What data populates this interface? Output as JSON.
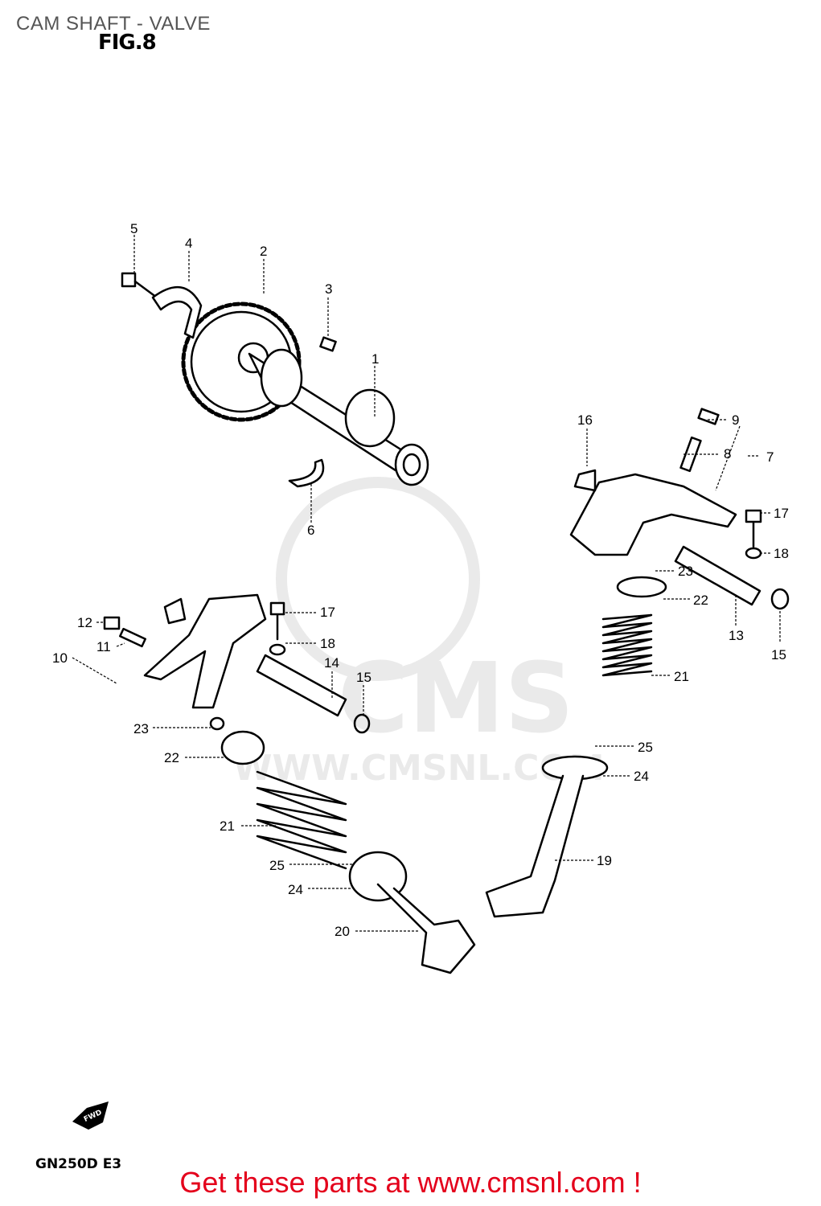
{
  "header": {
    "title": "CAM SHAFT - VALVE",
    "figure": "FIG.8"
  },
  "watermark": {
    "brand": "CMS",
    "url": "WWW.CMSNL.COM",
    "color": "#d9d9d9"
  },
  "footer": {
    "model": "GN250D E3",
    "cta": "Get these parts at www.cmsnl.com !",
    "cta_color": "#e4001b"
  },
  "fwd_label": "FWD",
  "callouts": [
    "1",
    "2",
    "3",
    "4",
    "5",
    "6",
    "7",
    "8",
    "9",
    "10",
    "11",
    "12",
    "13",
    "14",
    "15",
    "15",
    "16",
    "17",
    "17",
    "18",
    "18",
    "19",
    "20",
    "21",
    "21",
    "22",
    "22",
    "23",
    "23",
    "24",
    "24",
    "25",
    "25"
  ]
}
